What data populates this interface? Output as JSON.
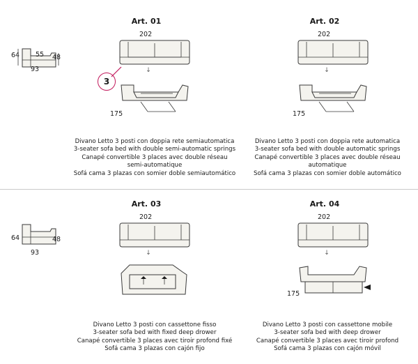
{
  "articles": [
    {
      "title": "Art. 01",
      "width_label": "202",
      "depth_label": "175",
      "lines": [
        "Divano Letto 3 posti con doppia rete semiautomatica",
        "3-seater sofa bed with double semi-automatic springs",
        "Canapé convertible 3 places avec double réseau",
        "semi-automatique",
        "Sofá cama 3 plazas con somier doble semiautomático"
      ]
    },
    {
      "title": "Art. 02",
      "width_label": "202",
      "depth_label": "175",
      "lines": [
        "Divano Letto 3 posti con doppia rete automatica",
        "3-seater sofa bed with double automatic springs",
        "Canapé convertible 3 places avec double réseau",
        "automatique",
        "Sofá cama 3 plazas con somier doble automático"
      ]
    },
    {
      "title": "Art. 03",
      "width_label": "202",
      "lines": [
        "Divano Letto 3 posti con cassettone fisso",
        "3-seater sofa bed with fixed deep drower",
        "Canapé convertible 3 places avec tiroir profond fixé",
        "Sofá cama 3 plazas con cajón fijo"
      ]
    },
    {
      "title": "Art. 04",
      "width_label": "202",
      "depth_label": "175",
      "lines": [
        "Divano Letto 3 posti con cassettone mobile",
        "3-seater sofa bed with deep drower",
        "Canapé convertible 3 places avec tiroir profond",
        "Sofá cama 3 plazas con cajón móvil"
      ]
    }
  ],
  "side_views": [
    {
      "height": "64",
      "seat_depth": "55",
      "seat_height": "48",
      "depth": "93"
    },
    {
      "height": "64",
      "seat_height": "48",
      "depth": "93"
    }
  ],
  "callout": {
    "number": "3",
    "color": "#c2185b"
  },
  "arrow_glyph": "↓"
}
